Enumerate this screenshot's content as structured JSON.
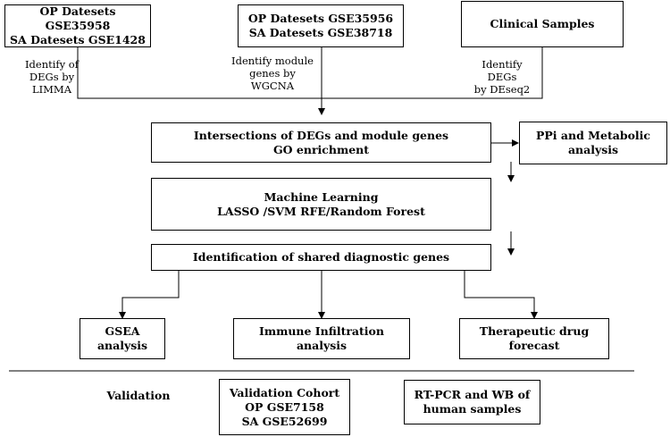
{
  "boxes": {
    "op_sa_1": [
      "OP Datesets GSE35958",
      "SA  Datesets GSE1428"
    ],
    "op_sa_2": [
      "OP Datesets GSE35956",
      "SA  Datesets GSE38718"
    ],
    "clinical": [
      "Clinical Samples"
    ],
    "intersections": [
      "Intersections of DEGs and module genes",
      "GO enrichment"
    ],
    "ppi": [
      "PPi and Metabolic",
      "analysis"
    ],
    "ml": [
      "Machine Learning",
      "LASSO /SVM RFE/Random Forest"
    ],
    "shared": [
      "Identification of shared diagnostic genes"
    ],
    "gsea": [
      "GSEA",
      "analysis"
    ],
    "immune": [
      "Immune Infiltration",
      "analysis"
    ],
    "drug": [
      "Therapeutic drug",
      "forecast"
    ],
    "cohort": [
      "Validation Cohort",
      "OP GSE7158",
      "SA GSE52699"
    ],
    "rtpcr": [
      "RT-PCR and WB of",
      "human samples"
    ]
  },
  "labels": {
    "limma": [
      "Identify of",
      "DEGs by",
      "LIMMA"
    ],
    "wgcna": [
      "Identify module",
      "genes by",
      "WGCNA"
    ],
    "deseq": [
      "Identify",
      "DEGs",
      "by DEseq2"
    ],
    "validation": [
      "Validation"
    ]
  }
}
